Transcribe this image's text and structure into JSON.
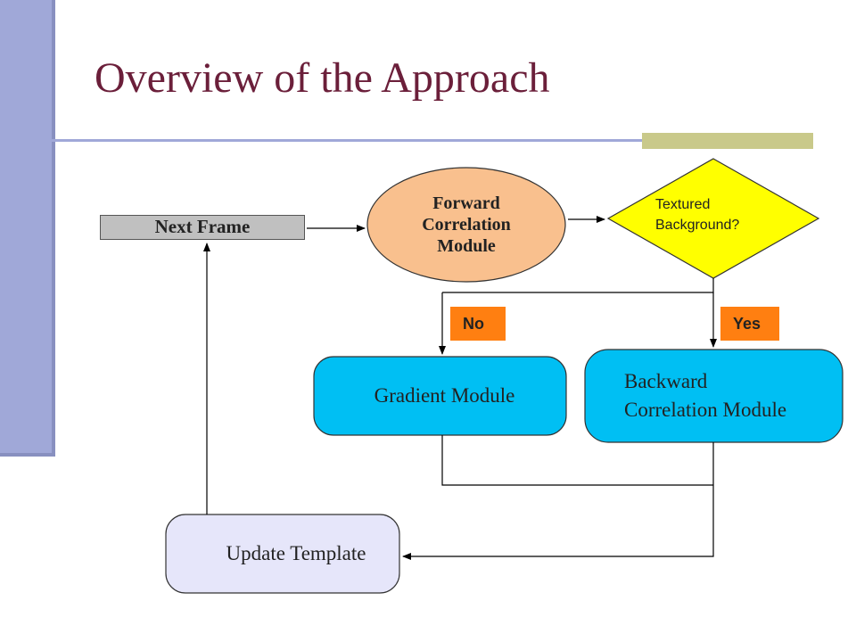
{
  "slide": {
    "title": "Overview of the Approach"
  },
  "diagram": {
    "next_frame": "Next Frame",
    "forward_correlation": [
      "Forward",
      "Correlation",
      "Module"
    ],
    "decision": [
      "Textured",
      "Background?"
    ],
    "branch_no": "No",
    "branch_yes": "Yes",
    "gradient_module": "Gradient Module",
    "backward_correlation": [
      "Backward",
      "Correlation Module"
    ],
    "update_template": "Update Template"
  },
  "colors": {
    "title": "#6b1f3a",
    "sidebar": "#a0a8d8",
    "forward_fill": "#f9c08e",
    "decision_fill": "#ffff00",
    "module_fill": "#00bff3",
    "update_fill": "#e6e6fa",
    "badge_fill": "#ff7f11"
  }
}
